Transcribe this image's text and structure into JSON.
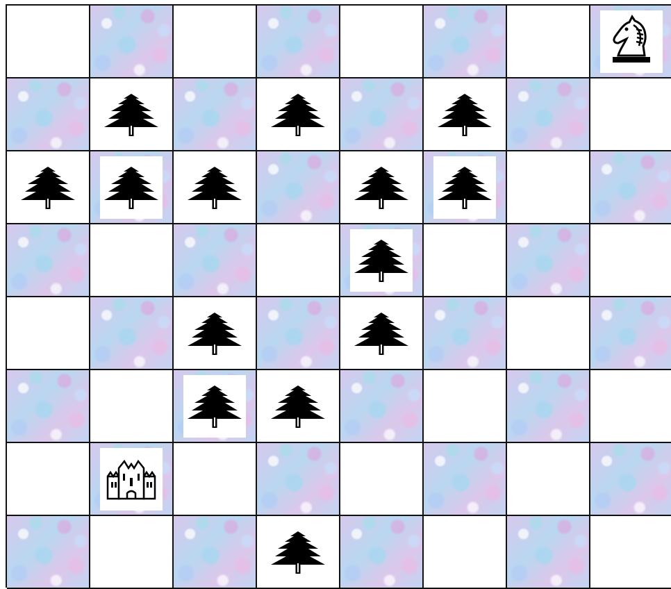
{
  "board": {
    "rows": 8,
    "cols": 8,
    "pieces": [
      {
        "row": 0,
        "col": 7,
        "type": "knight"
      },
      {
        "row": 1,
        "col": 1,
        "type": "tree"
      },
      {
        "row": 1,
        "col": 3,
        "type": "tree"
      },
      {
        "row": 1,
        "col": 5,
        "type": "tree"
      },
      {
        "row": 2,
        "col": 0,
        "type": "tree"
      },
      {
        "row": 2,
        "col": 1,
        "type": "tree"
      },
      {
        "row": 2,
        "col": 2,
        "type": "tree"
      },
      {
        "row": 2,
        "col": 4,
        "type": "tree"
      },
      {
        "row": 2,
        "col": 5,
        "type": "tree"
      },
      {
        "row": 3,
        "col": 4,
        "type": "tree"
      },
      {
        "row": 4,
        "col": 2,
        "type": "tree"
      },
      {
        "row": 4,
        "col": 4,
        "type": "tree"
      },
      {
        "row": 5,
        "col": 2,
        "type": "tree"
      },
      {
        "row": 5,
        "col": 3,
        "type": "tree"
      },
      {
        "row": 6,
        "col": 1,
        "type": "castle"
      },
      {
        "row": 7,
        "col": 3,
        "type": "tree"
      }
    ]
  },
  "icons": {
    "knight": "knight-icon",
    "tree": "tree-icon",
    "castle": "castle-icon"
  },
  "colors": {
    "light_square": "#ffffff",
    "dark_square": "#c9d3ef",
    "piece": "#000000"
  }
}
